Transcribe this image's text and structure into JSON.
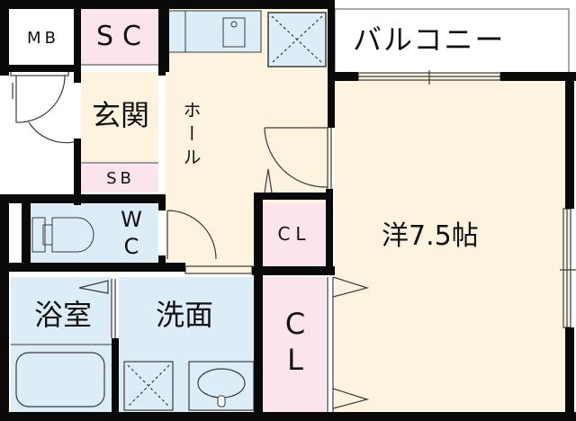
{
  "floor_plan": {
    "colors": {
      "wall": "#0a0a0a",
      "living": "#fdf3df",
      "storage": "#fbe4ec",
      "wet": "#dcedf8",
      "outside": "#ffffff",
      "line": "#3b3b3b"
    },
    "rooms": {
      "mb": {
        "label": "MB"
      },
      "sc": {
        "label": "SC"
      },
      "genkan": {
        "label": "玄関"
      },
      "sb": {
        "label": "SB"
      },
      "hall": {
        "label": "ホール"
      },
      "balcony": {
        "label": "バルコニー"
      },
      "wc": {
        "label_1": "W",
        "label_2": "C"
      },
      "cl_small": {
        "label": "CL"
      },
      "cl_large": {
        "label_1": "C",
        "label_2": "L"
      },
      "western_room": {
        "label": "洋7.5帖"
      },
      "bathroom": {
        "label": "浴室"
      },
      "washroom": {
        "label": "洗面"
      }
    }
  }
}
